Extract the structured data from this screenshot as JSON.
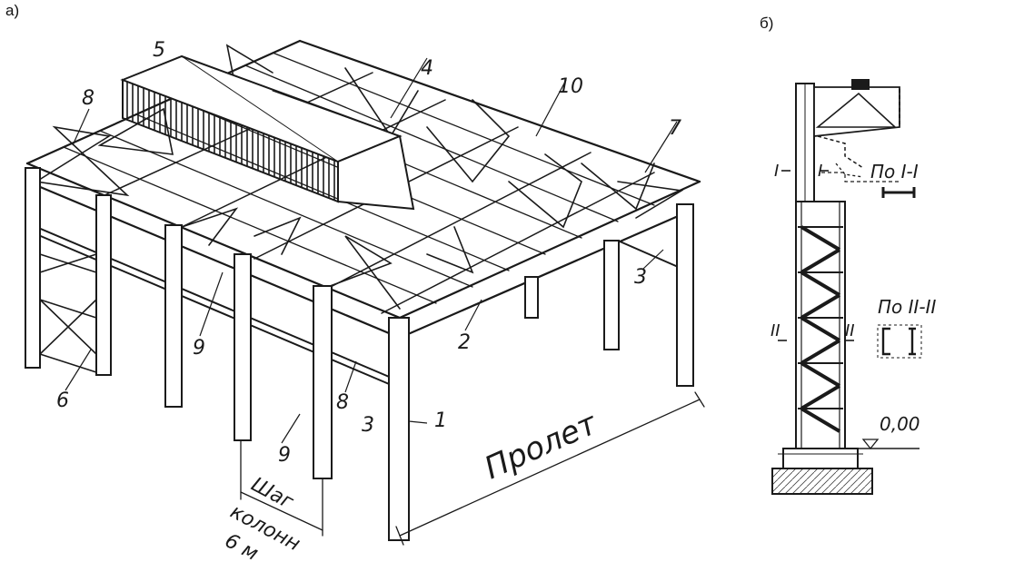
{
  "panels": {
    "a": {
      "label": "а)",
      "numbers": [
        "1",
        "2",
        "3",
        "3",
        "4",
        "5",
        "6",
        "7",
        "8",
        "8",
        "9",
        "9",
        "10"
      ],
      "span_label": "Пролет",
      "step_label_1": "Шаг",
      "step_label_2": "колонн",
      "step_label_3": "6 м"
    },
    "b": {
      "label": "б)",
      "section_1_label": "По I-I",
      "section_2_label": "По II-II",
      "roman_1": "I",
      "roman_2": "II",
      "level": "0,00"
    }
  },
  "colors": {
    "ink": "#1a1a1a",
    "paper": "#ffffff",
    "shade": "#d9d9d9"
  }
}
